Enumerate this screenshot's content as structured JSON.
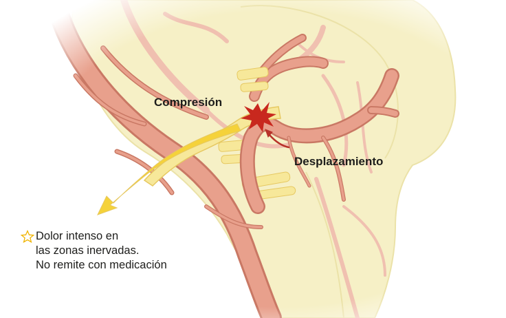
{
  "labels": {
    "compression": "Compresión",
    "displacement": "Desplazamiento",
    "pain_lines": [
      "Dolor intenso en",
      "las zonas inervadas.",
      "No remite con medicación"
    ]
  },
  "colors": {
    "background": "#ffffff",
    "brainstem": "#f6f0c6",
    "brainstem_edge": "#ebe2a8",
    "artery": "#e8a08c",
    "artery_dark": "#c97864",
    "vessel_light": "#f0c0b0",
    "nerve": "#f7e89a",
    "nerve_edge": "#e6c860",
    "pain_arrow": "#f5d23a",
    "compression_burst": "#c8281e",
    "displacement_arrow": "#b8332a",
    "star": "#f0b400",
    "text": "#1d1d1b"
  },
  "icons": {
    "star": "star-outline-icon",
    "burst": "compression-burst-icon",
    "arrow": "displacement-arrow-icon"
  }
}
